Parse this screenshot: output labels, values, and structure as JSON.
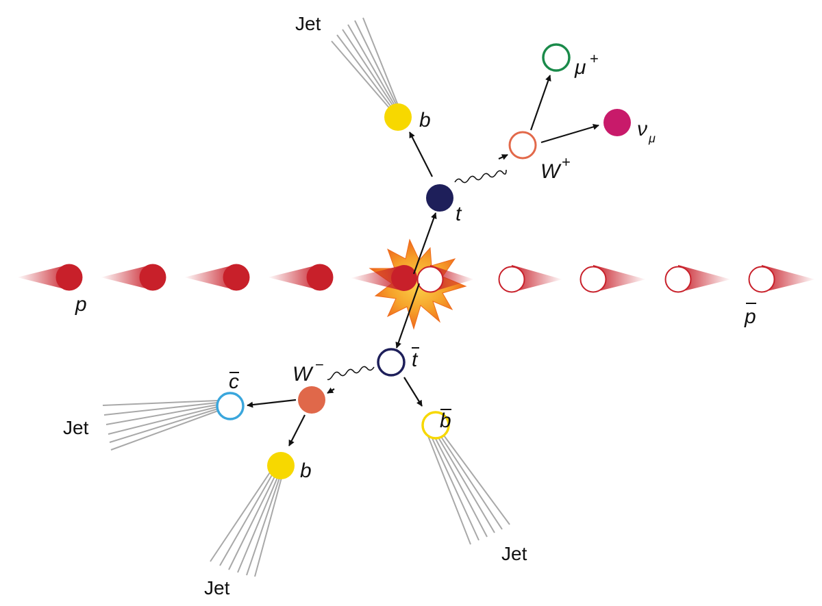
{
  "colors": {
    "proton": "#c8202a",
    "top": "#1e1f5a",
    "bottom": "#f7d800",
    "w_plus_ring": "#e2694a",
    "w_minus": "#e0684a",
    "muon_ring": "#1a8a4a",
    "neutrino": "#c81a6a",
    "charm_ring": "#3aa6dc",
    "jet_lines": "#a8a8a8",
    "explosion_outer": "#f28c1e",
    "explosion_inner": "#fbd34a"
  },
  "labels": {
    "proton": "p",
    "antiproton": "p",
    "top": "t",
    "antitop": "t",
    "bottom_top": "b",
    "bottom_low": "b",
    "antibottom": "b",
    "w_plus": "W",
    "w_plus_sup": "+",
    "w_minus": "W",
    "w_minus_sup": "−",
    "muon": "μ",
    "muon_sup": "+",
    "neutrino": "ν",
    "neutrino_sub": "μ",
    "charm": "c",
    "jet_top": "Jet",
    "jet_left": "Jet",
    "jet_bottom_left": "Jet",
    "jet_bottom_right": "Jet"
  }
}
